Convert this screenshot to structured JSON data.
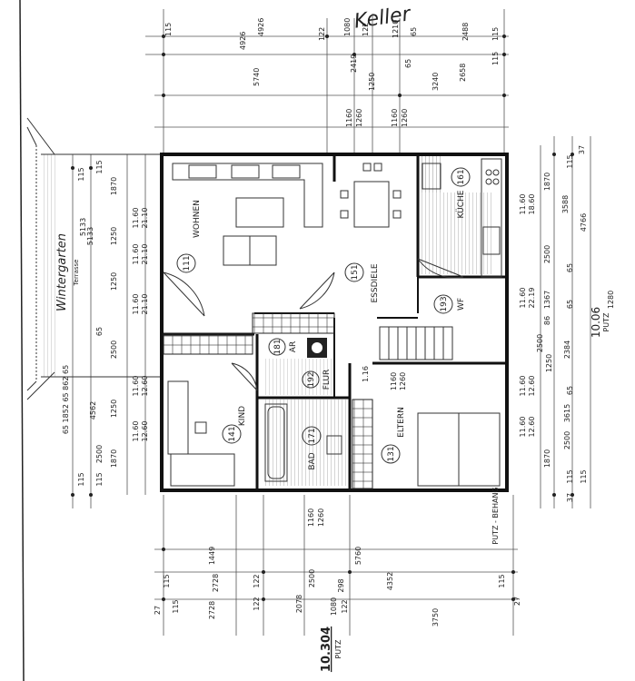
{
  "handwritten_note": "Keller",
  "annex": {
    "label": "Wintergarten",
    "sublabel": "Terrasse",
    "dims": [
      "5133",
      "65 1852 65 862 65"
    ]
  },
  "rooms": {
    "wohnen": {
      "number": "111",
      "name": "WOHNEN"
    },
    "essdiele": {
      "number": "151",
      "name": "ESSDIELE"
    },
    "kueche": {
      "number": "161",
      "name": "KÜCHE"
    },
    "wf": {
      "number": "193",
      "name": "WF"
    },
    "ar": {
      "number": "181",
      "name": "AR"
    },
    "flur": {
      "number": "192",
      "name": "FLUR"
    },
    "bad": {
      "number": "171",
      "name": "BAD"
    },
    "kind": {
      "number": "141",
      "name": "KIND"
    },
    "eltern": {
      "number": "131",
      "name": "ELTERN"
    }
  },
  "levels": {
    "left": "10.304",
    "left_sub": "PUTZ",
    "right": "10.06",
    "right_sub": "PUTZ"
  },
  "putz_note": "PUTZ - BEHANG",
  "dims": {
    "top": [
      "115",
      "4926",
      "4926",
      "5740",
      "122",
      "1080",
      "122",
      "2419",
      "1250",
      "1210",
      "65",
      "65",
      "3240",
      "2488",
      "2658",
      "115",
      "115",
      "1160",
      "1260",
      "1160",
      "1260"
    ],
    "left": [
      "115",
      "115",
      "1870",
      "5133",
      "1250",
      "11.60",
      "21.10",
      "1250",
      "11.60",
      "21.10",
      "11.60",
      "21.10",
      "2500",
      "65",
      "11.60",
      "12.60",
      "1250",
      "4562",
      "11.60",
      "12.60",
      "2500",
      "1870",
      "115",
      "115"
    ],
    "right": [
      "37",
      "115",
      "1870",
      "3588",
      "4766",
      "11.60",
      "18.60",
      "2500",
      "65",
      "11.60",
      "22.19",
      "1367",
      "65",
      "86",
      "2500",
      "1250",
      "2384",
      "65",
      "11.60",
      "12.60",
      "3615",
      "11.60",
      "12.60",
      "2500",
      "1870",
      "115",
      "37",
      "115",
      "1280"
    ],
    "bottom": [
      "1160",
      "1260",
      "115",
      "115",
      "1449",
      "2728",
      "2728",
      "122",
      "122",
      "2500",
      "2078",
      "298",
      "122",
      "1080",
      "5760",
      "4352",
      "3750",
      "27",
      "115",
      "27"
    ]
  },
  "mid_dims": [
    "1160",
    "1260",
    "1.16"
  ]
}
